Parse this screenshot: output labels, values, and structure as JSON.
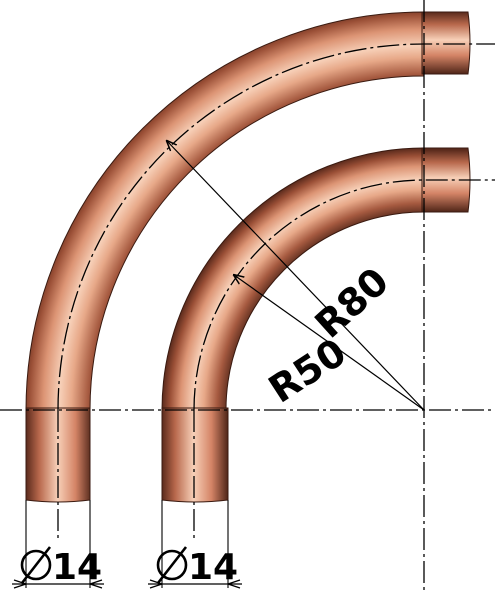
{
  "drawing": {
    "pipes": [
      {
        "name": "outer-pipe-bend",
        "bend_radius_label": "R80",
        "diameter_label": "14"
      },
      {
        "name": "inner-pipe-bend",
        "bend_radius_label": "R50",
        "diameter_label": "14"
      }
    ],
    "colors": {
      "copper_light": "#f5c3a6",
      "copper_mid": "#d98b6a",
      "copper_dark": "#5a2a1c",
      "line": "#000000",
      "background": "#ffffff"
    },
    "diameter_symbol": "diameter-symbol"
  }
}
